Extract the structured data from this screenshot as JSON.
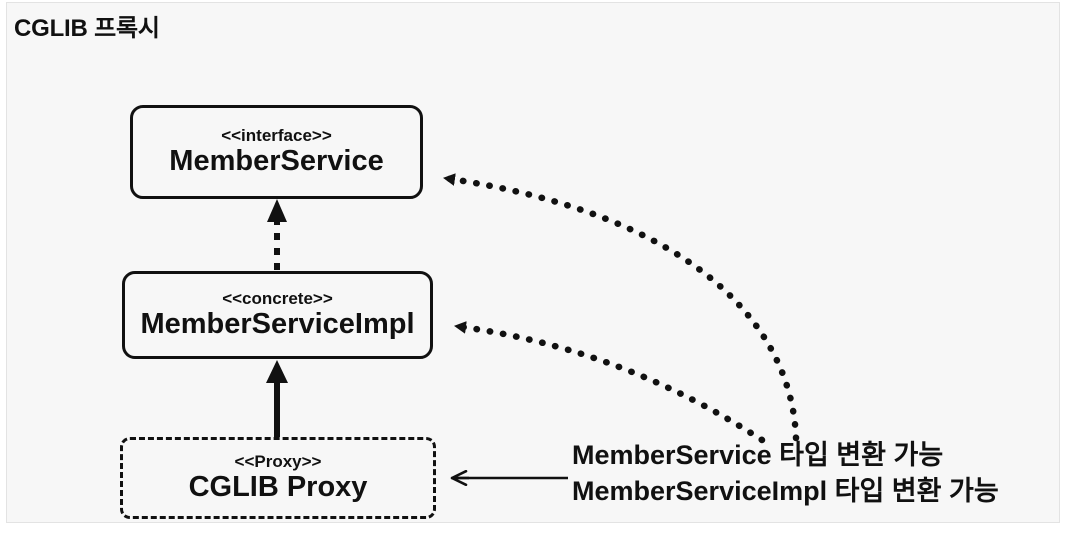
{
  "diagram": {
    "title": "CGLIB 프록시",
    "boxes": [
      {
        "id": "interface",
        "stereotype": "<<interface>>",
        "name": "MemberService",
        "border_style": "solid"
      },
      {
        "id": "concrete",
        "stereotype": "<<concrete>>",
        "name": "MemberServiceImpl",
        "border_style": "solid"
      },
      {
        "id": "proxy",
        "stereotype": "<<Proxy>>",
        "name": "CGLIB Proxy",
        "border_style": "dashed"
      }
    ],
    "notes": [
      {
        "id": "note-1",
        "text": "MemberService 타입 변환 가능"
      },
      {
        "id": "note-2",
        "text": "MemberServiceImpl 타입 변환 가능"
      }
    ],
    "connectors": [
      {
        "id": "implements-arrow",
        "from": "concrete",
        "to": "interface",
        "style": "dashed",
        "arrowhead": "solid-triangle"
      },
      {
        "id": "extends-arrow",
        "from": "proxy",
        "to": "concrete",
        "style": "solid",
        "arrowhead": "solid-triangle"
      },
      {
        "id": "cast-curve-interface",
        "from": "note-1",
        "to": "interface",
        "style": "dotted",
        "arrowhead": "solid-triangle"
      },
      {
        "id": "cast-curve-concrete",
        "from": "note-2",
        "to": "concrete",
        "style": "dotted",
        "arrowhead": "solid-triangle"
      },
      {
        "id": "note-pointer",
        "from": "notes",
        "to": "proxy",
        "style": "solid-thin",
        "arrowhead": "open-arrow"
      }
    ],
    "colors": {
      "line": "#111111",
      "box_fill": "#f7f7f7",
      "panel_bg": "#f7f7f7",
      "panel_border": "#e3e3e3",
      "text": "#111111"
    }
  }
}
